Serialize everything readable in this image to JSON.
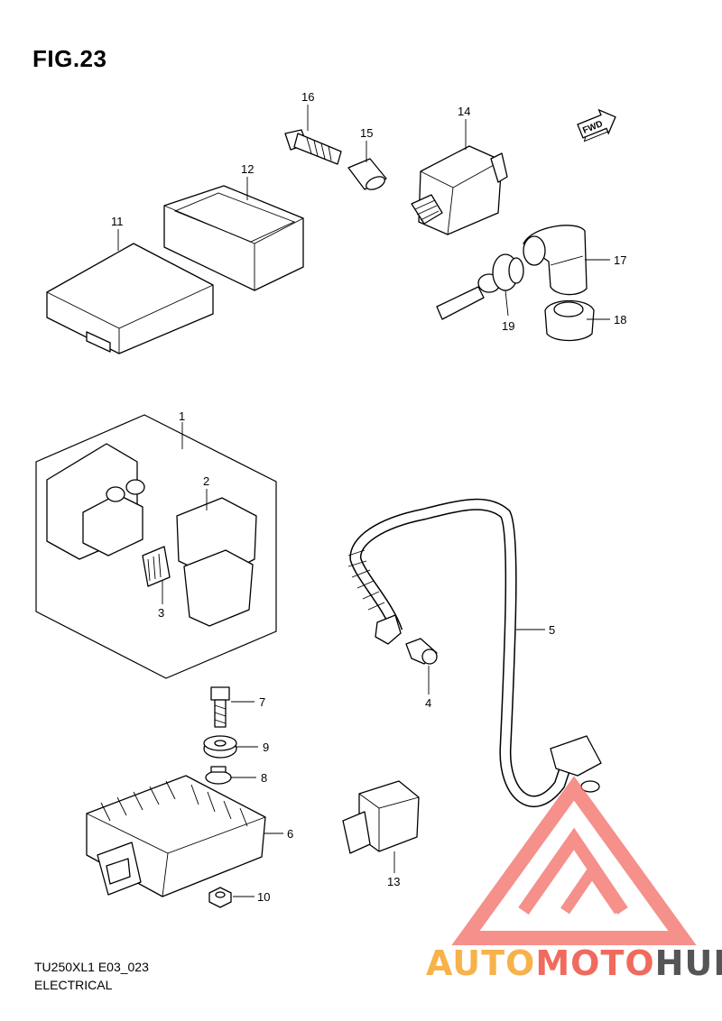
{
  "figure": {
    "title": "FIG.23",
    "model_code": "TU250XL1 E03_023",
    "section": "ELECTRICAL"
  },
  "fwd_badge": "FWD",
  "watermark": {
    "parts": [
      {
        "text": "AUTO",
        "color": "#f7b24a"
      },
      {
        "text": "MOTO",
        "color": "#f06a5e"
      },
      {
        "text": "HUB",
        "color": "#555555"
      }
    ],
    "logo_color": "#f26b63"
  },
  "callouts": [
    {
      "id": "1",
      "label": "1"
    },
    {
      "id": "2",
      "label": "2"
    },
    {
      "id": "3",
      "label": "3"
    },
    {
      "id": "4",
      "label": "4"
    },
    {
      "id": "5",
      "label": "5"
    },
    {
      "id": "6",
      "label": "6"
    },
    {
      "id": "7",
      "label": "7"
    },
    {
      "id": "8",
      "label": "8"
    },
    {
      "id": "9",
      "label": "9"
    },
    {
      "id": "10",
      "label": "10"
    },
    {
      "id": "11",
      "label": "11"
    },
    {
      "id": "12",
      "label": "12"
    },
    {
      "id": "13",
      "label": "13"
    },
    {
      "id": "14",
      "label": "14"
    },
    {
      "id": "15",
      "label": "15"
    },
    {
      "id": "16",
      "label": "16"
    },
    {
      "id": "17",
      "label": "17"
    },
    {
      "id": "18",
      "label": "18"
    },
    {
      "id": "19",
      "label": "19"
    }
  ]
}
